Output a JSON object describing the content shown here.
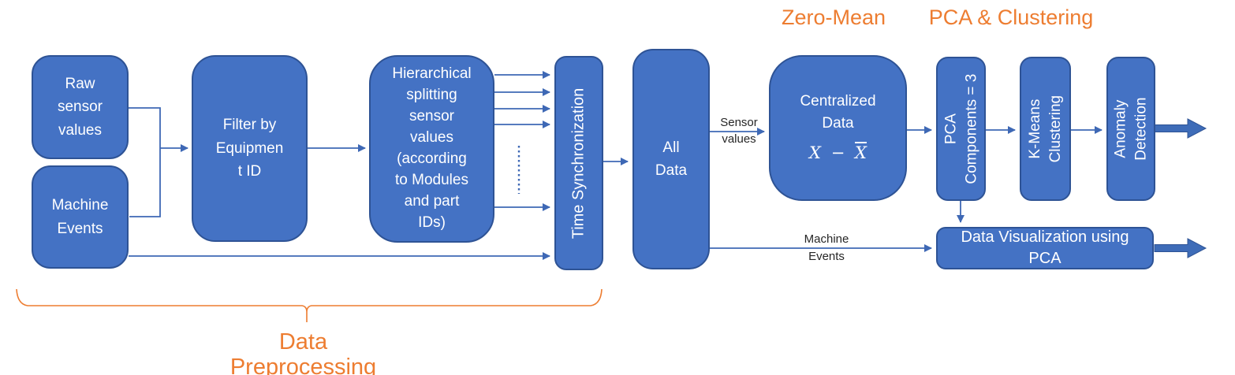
{
  "headers": {
    "zero_mean": "Zero-Mean",
    "pca_clustering": "PCA & Clustering",
    "data_preprocessing": "Data Preprocessing"
  },
  "boxes": {
    "raw_sensor": {
      "label": "Raw\nsensor\nvalues"
    },
    "machine_events": {
      "label": "Machine\nEvents"
    },
    "filter": {
      "label": "Filter by\nEquipmen\nt ID"
    },
    "hierarchical": {
      "label": "Hierarchical\nsplitting\nsensor\nvalues\n(according\nto Modules\nand part\nIDs)"
    },
    "time_sync": {
      "label": "Time Synchronization"
    },
    "all_data": {
      "label": "All\nData"
    },
    "centralized": {
      "label": "Centralized\nData",
      "formula_x": "X",
      "formula_minus": "−",
      "formula_xbar": "X"
    },
    "pca_components": {
      "label": "PCA\nComponents = 3"
    },
    "kmeans": {
      "label": "K-Means\nClustering"
    },
    "anomaly": {
      "label": "Anomaly\nDetection"
    },
    "data_viz": {
      "label": "Data Visualization using\nPCA"
    }
  },
  "edge_labels": {
    "sensor_values": "Sensor\nvalues",
    "machine_events": "Machine\nEvents"
  },
  "colors": {
    "box_fill": "#4472C4",
    "box_border": "#2E5395",
    "connector_blue": "#3E68B5",
    "accent_orange": "#ED7D31",
    "box_text": "#FFFFFF",
    "edge_label_text": "#262626"
  }
}
